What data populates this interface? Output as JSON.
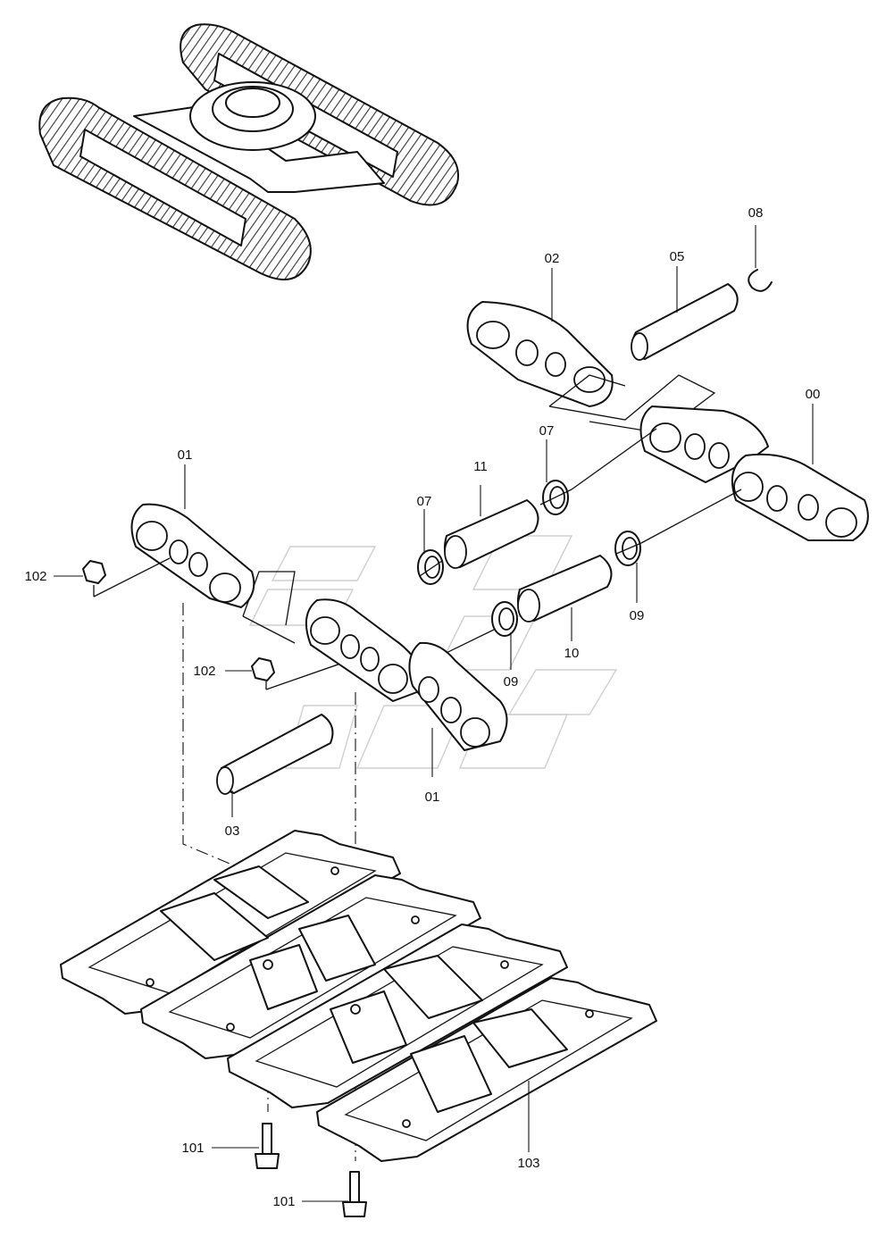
{
  "callouts": {
    "c00": "00",
    "c01a": "01",
    "c01b": "01",
    "c02": "02",
    "c03": "03",
    "c05": "05",
    "c07a": "07",
    "c07b": "07",
    "c08": "08",
    "c09a": "09",
    "c09b": "09",
    "c10": "10",
    "c11": "11",
    "c101a": "101",
    "c101b": "101",
    "c102a": "102",
    "c102b": "102",
    "c103": "103"
  }
}
